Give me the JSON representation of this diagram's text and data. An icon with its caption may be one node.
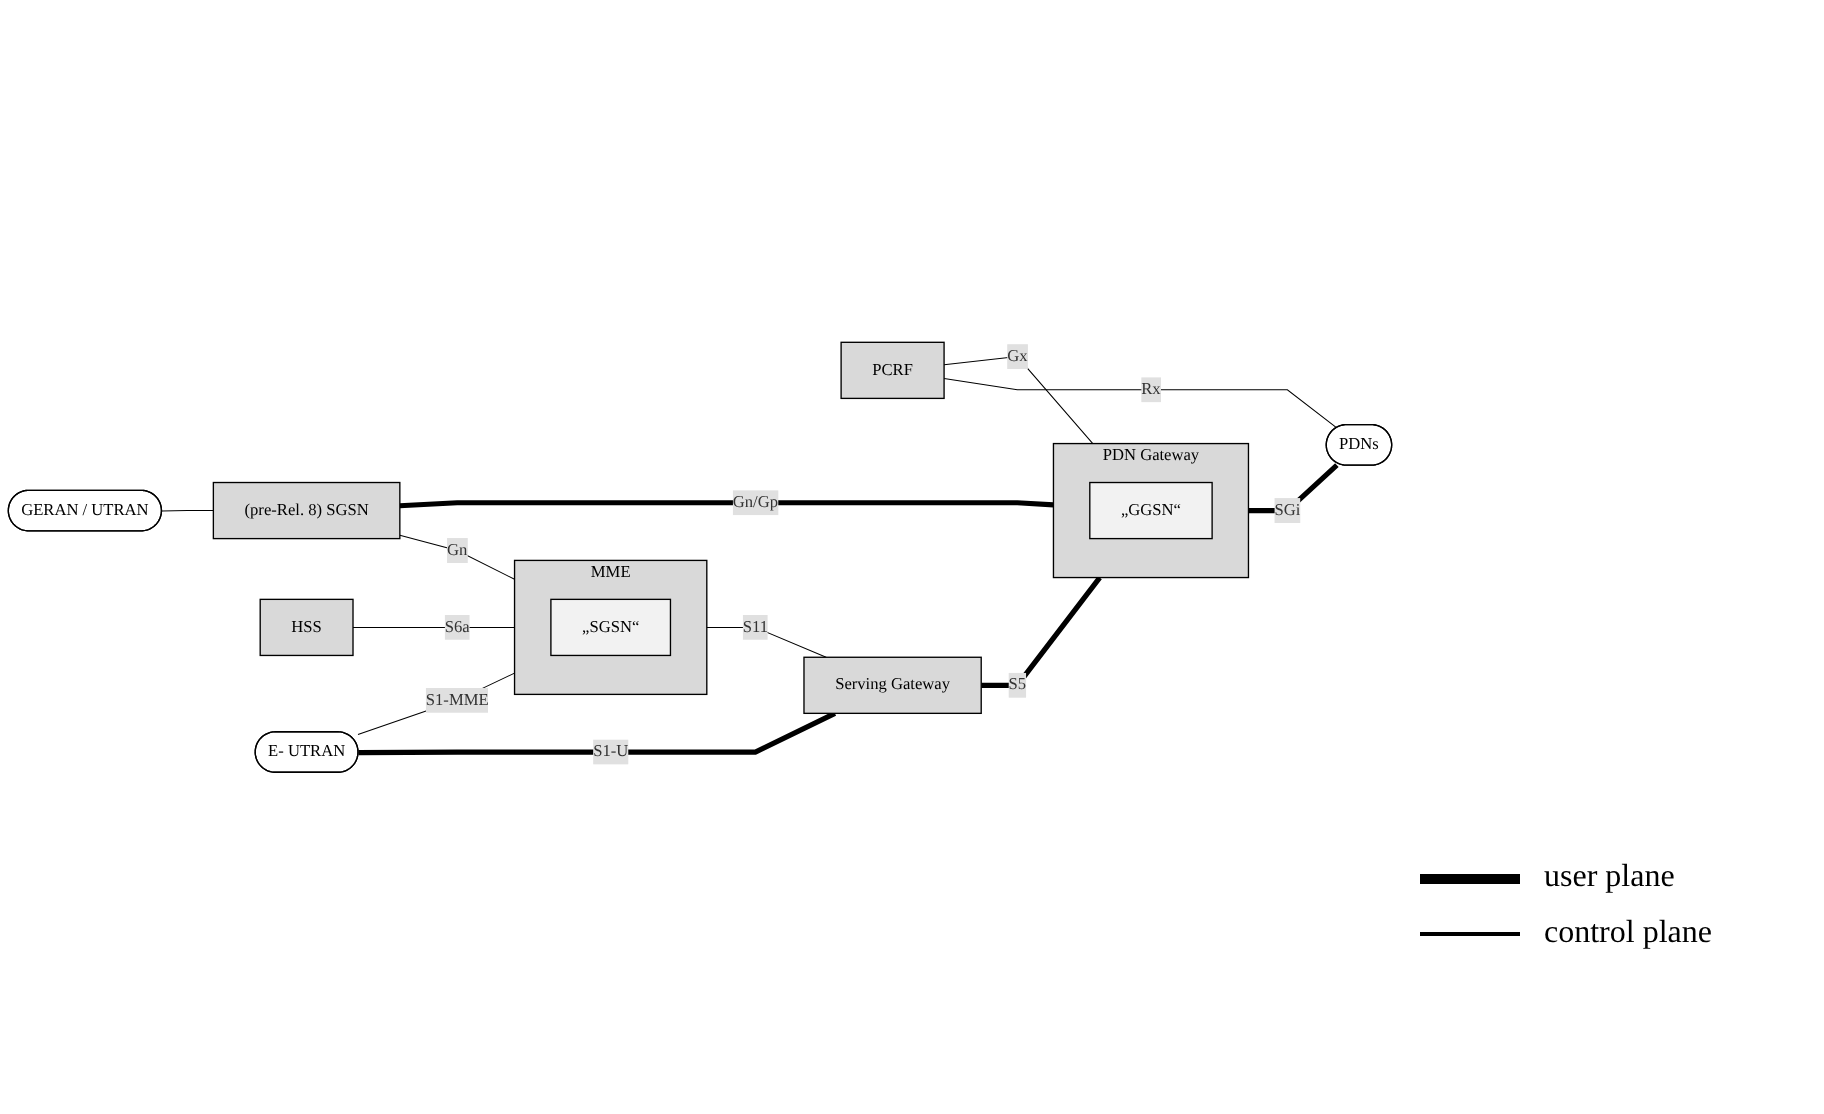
{
  "diagram": {
    "nodes": [
      {
        "text": [
          "GERAN / UTRAN"
        ]
      },
      {
        "text": [
          "(pre-Rel. 8) SGSN"
        ]
      },
      {
        "text": [
          "HSS"
        ]
      },
      {
        "text": [
          "MME"
        ]
      },
      {
        "text": [
          "„SGSN“"
        ],
        "in": 3
      },
      {
        "text": [
          "PCRF"
        ]
      },
      {
        "text": [
          "E- UTRAN"
        ]
      },
      {
        "text": [
          "PDN Gateway"
        ]
      },
      {
        "text": [
          "„GGSN“"
        ],
        "in": 7
      },
      {
        "text": [
          "PDNs"
        ]
      },
      {
        "text": [
          "Serving Gateway"
        ]
      }
    ],
    "edges": [
      {
        "from": 0,
        "to": 1,
        "arrow": "none"
      },
      {
        "from": 1,
        "to": 3,
        "label": "Gn",
        "arrow": "none"
      },
      {
        "from": 2,
        "to": 3,
        "label": "S6a",
        "arrow": "none"
      },
      {
        "from": 1,
        "to": 7,
        "label": "Gn/Gp",
        "arrow": "none",
        "style": "thick"
      },
      {
        "from": 5,
        "to": 7,
        "label": "Gx",
        "arrow": "none"
      },
      {
        "from": 5,
        "to": 9,
        "label": "Rx",
        "arrow": "none"
      },
      {
        "from": 6,
        "to": 3,
        "label": "S1-MME",
        "arrow": "none"
      },
      {
        "from": 3,
        "to": 10,
        "label": "S11",
        "arrow": "none"
      },
      {
        "from": 6,
        "to": 10,
        "label": "S1-U",
        "arrow": "none",
        "style": "thick"
      },
      {
        "from": 10,
        "to": 7,
        "label": "S5",
        "arrow": "none",
        "style": "thick"
      },
      {
        "from": 7,
        "to": 9,
        "label": "SGi",
        "arrow": "none",
        "style": "thick"
      }
    ],
    "legend": [
      {
        "text": "user plane"
      },
      {
        "text": "control plane"
      }
    ]
  }
}
